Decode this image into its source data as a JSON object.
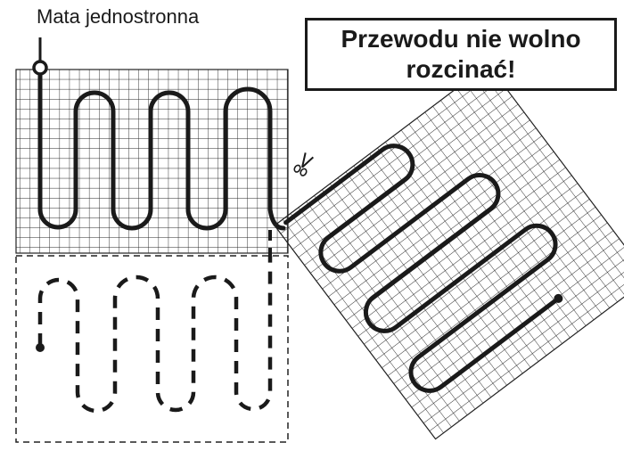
{
  "diagram": {
    "title": "Mata jednostronna",
    "warning": {
      "line1": "Przewodu nie wolno",
      "line2": "rozcinać!"
    }
  }
}
